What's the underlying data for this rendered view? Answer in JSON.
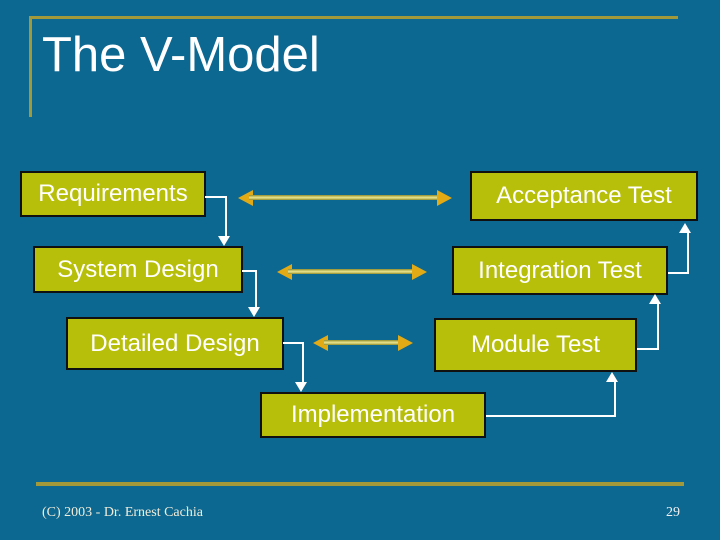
{
  "slide": {
    "title": "The V-Model",
    "footer": {
      "copyright": "(C) 2003 - Dr. Ernest Cachia",
      "page_number": "29"
    }
  },
  "diagram": {
    "boxes": {
      "requirements": {
        "label": "Requirements"
      },
      "system_design": {
        "label": "System Design"
      },
      "detailed_design": {
        "label": "Detailed Design"
      },
      "implementation": {
        "label": "Implementation"
      },
      "acceptance_test": {
        "label": "Acceptance Test"
      },
      "integration_test": {
        "label": "Integration Test"
      },
      "module_test": {
        "label": "Module Test"
      }
    },
    "flow_connectors": [
      {
        "from": "Requirements",
        "to": "System Design",
        "direction": "down"
      },
      {
        "from": "System Design",
        "to": "Detailed Design",
        "direction": "down"
      },
      {
        "from": "Detailed Design",
        "to": "Implementation",
        "direction": "down"
      },
      {
        "from": "Implementation",
        "to": "Module Test",
        "direction": "up"
      },
      {
        "from": "Module Test",
        "to": "Integration Test",
        "direction": "up"
      },
      {
        "from": "Integration Test",
        "to": "Acceptance Test",
        "direction": "up"
      }
    ],
    "trace_arrows": [
      {
        "between": [
          "Requirements",
          "Acceptance Test"
        ],
        "style": "double-headed"
      },
      {
        "between": [
          "System Design",
          "Integration Test"
        ],
        "style": "double-headed"
      },
      {
        "between": [
          "Detailed Design",
          "Module Test"
        ],
        "style": "double-headed"
      }
    ]
  },
  "colors": {
    "background": "#0c6791",
    "box_fill": "#b8bf0b",
    "box_border": "#101010",
    "box_text": "#ffffff",
    "trace_arrow_gold": "#e2aa14",
    "trace_arrow_shaft_light": "#e2dd85",
    "accent_rule_gold": "#a2993a",
    "connector_white": "#ffffff",
    "footer_text": "#f0edda"
  }
}
